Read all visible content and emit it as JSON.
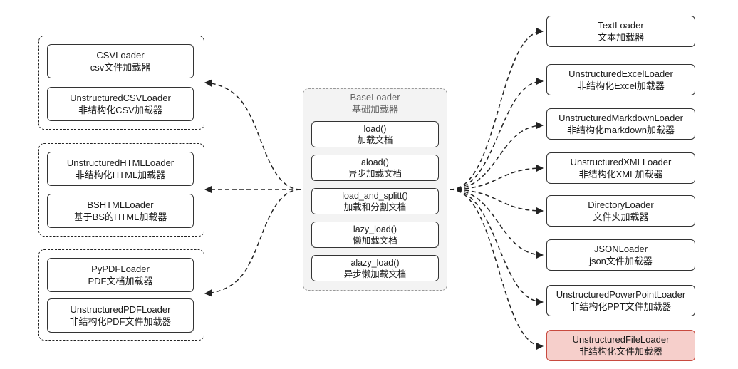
{
  "base": {
    "title": "BaseLoader",
    "subtitle": "基础加载器",
    "methods": [
      {
        "name": "load()",
        "desc": "加载文档"
      },
      {
        "name": "aload()",
        "desc": "异步加载文档"
      },
      {
        "name": "load_and_splitt()",
        "desc": "加载和分割文档"
      },
      {
        "name": "lazy_load()",
        "desc": "懒加载文档"
      },
      {
        "name": "alazy_load()",
        "desc": "异步懒加载文档"
      }
    ]
  },
  "left_groups": [
    {
      "loaders": [
        {
          "name": "CSVLoader",
          "desc": "csv文件加载器"
        },
        {
          "name": "UnstructuredCSVLoader",
          "desc": "非结构化CSV加载器"
        }
      ]
    },
    {
      "loaders": [
        {
          "name": "UnstructuredHTMLLoader",
          "desc": "非结构化HTML加载器"
        },
        {
          "name": "BSHTMLLoader",
          "desc": "基于BS的HTML加载器"
        }
      ]
    },
    {
      "loaders": [
        {
          "name": "PyPDFLoader",
          "desc": "PDF文档加载器"
        },
        {
          "name": "UnstructuredPDFLoader",
          "desc": "非结构化PDF文件加载器"
        }
      ]
    }
  ],
  "right_loaders": [
    {
      "name": "TextLoader",
      "desc": "文本加载器"
    },
    {
      "name": "UnstructuredExcelLoader",
      "desc": "非结构化Excel加载器"
    },
    {
      "name": "UnstructuredMarkdownLoader",
      "desc": "非结构化markdown加载器"
    },
    {
      "name": "UnstructuredXMLLoader",
      "desc": "非结构化XML加载器"
    },
    {
      "name": "DirectoryLoader",
      "desc": "文件夹加载器"
    },
    {
      "name": "JSONLoader",
      "desc": "json文件加载器"
    },
    {
      "name": "UnstructuredPowerPointLoader",
      "desc": "非结构化PPT文件加载器"
    },
    {
      "name": "UnstructuredFileLoader",
      "desc": "非结构化文件加载器",
      "highlighted": true
    }
  ],
  "colors": {
    "highlight_fill": "#f6cfcb",
    "highlight_border": "#c84a3f",
    "base_fill": "#f3f3f3"
  }
}
